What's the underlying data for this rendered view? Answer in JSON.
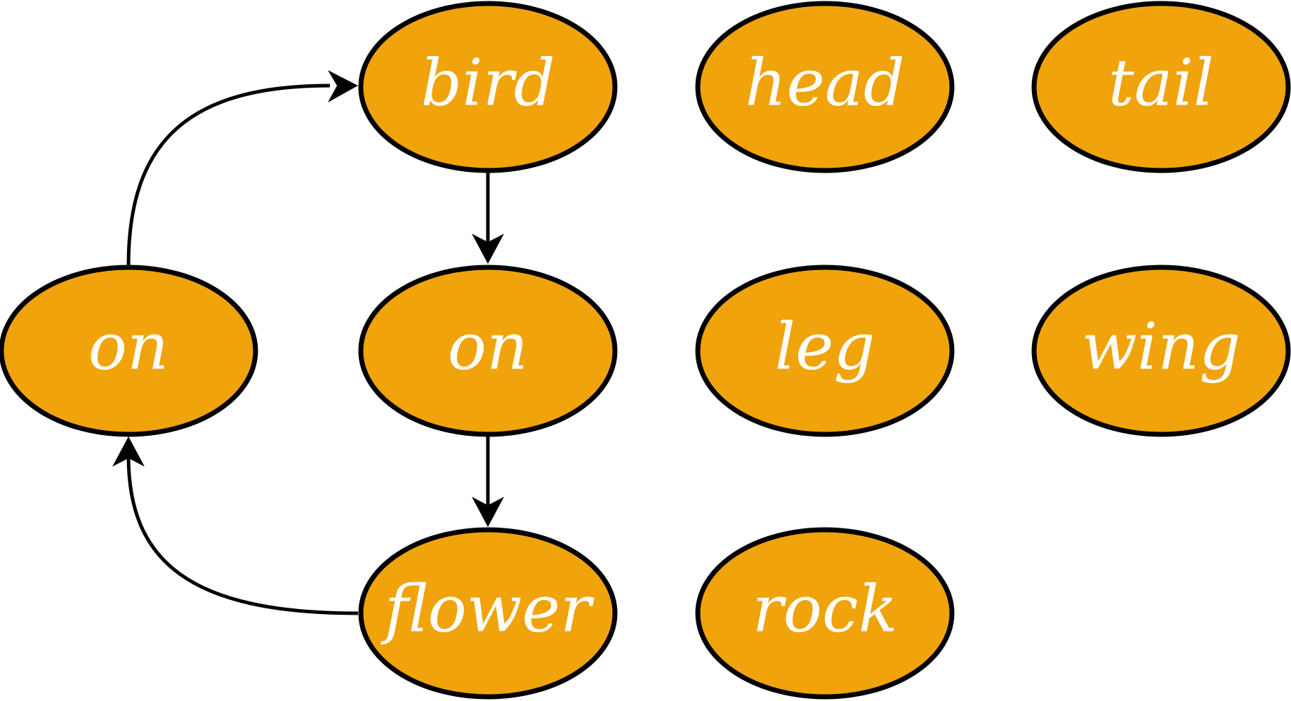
{
  "colors": {
    "node_fill": "#f0a30a",
    "node_stroke": "#000000",
    "label": "#ffffff",
    "edge": "#000000"
  },
  "nodes": [
    {
      "id": "bird",
      "label": "bird"
    },
    {
      "id": "head",
      "label": "head"
    },
    {
      "id": "tail",
      "label": "tail"
    },
    {
      "id": "on_left",
      "label": "on"
    },
    {
      "id": "on_center",
      "label": "on"
    },
    {
      "id": "leg",
      "label": "leg"
    },
    {
      "id": "wing",
      "label": "wing"
    },
    {
      "id": "flower",
      "label": "flower"
    },
    {
      "id": "rock",
      "label": "rock"
    }
  ],
  "edges": [
    {
      "id": "on-left-to-bird",
      "from": "on_left",
      "to": "bird"
    },
    {
      "id": "bird-to-on-center",
      "from": "bird",
      "to": "on_center"
    },
    {
      "id": "on-center-to-flower",
      "from": "on_center",
      "to": "flower"
    },
    {
      "id": "flower-to-on-left",
      "from": "flower",
      "to": "on_left"
    }
  ]
}
